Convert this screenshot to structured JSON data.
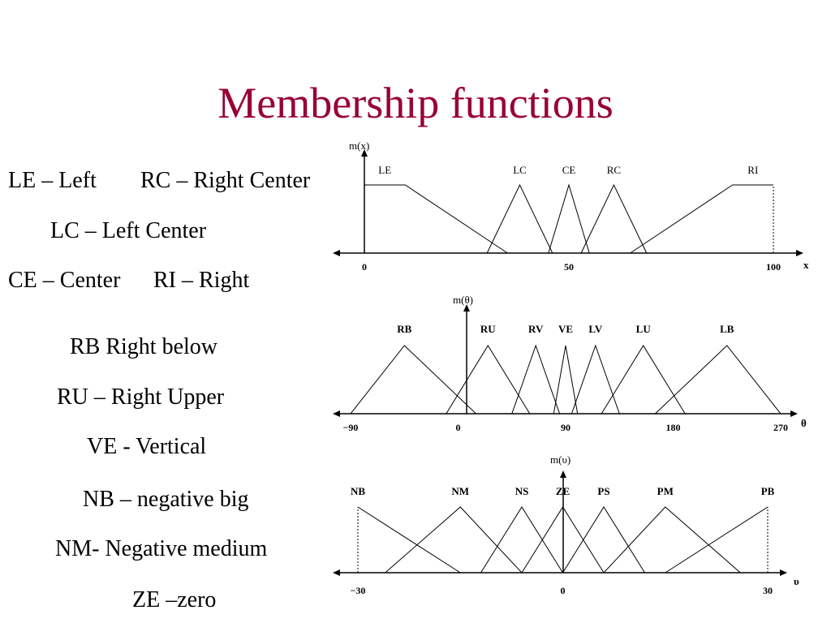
{
  "slide": {
    "title": "Membership functions"
  },
  "legend": {
    "line1_a": "LE – Left",
    "line1_b": "RC – Right Center",
    "line2": "LC – Left Center",
    "line3_a": "CE – Center",
    "line3_b": "RI – Right",
    "line4": "RB Right below",
    "line5": "RU – Right Upper",
    "line6": "VE - Vertical",
    "line7": "NB – negative big",
    "line8": "NM- Negative medium",
    "line9": "ZE –zero"
  },
  "chart_data": [
    {
      "type": "line",
      "ylabel": "m(x)",
      "xlabel": "x",
      "xlim": [
        0,
        100
      ],
      "ticks": [
        {
          "value": 0,
          "label": "0"
        },
        {
          "value": 50,
          "label": "50"
        },
        {
          "value": 100,
          "label": "100"
        }
      ],
      "sets": [
        {
          "name": "LE",
          "points": [
            [
              0,
              1
            ],
            [
              10,
              1
            ],
            [
              35,
              0
            ]
          ]
        },
        {
          "name": "LC",
          "points": [
            [
              30,
              0
            ],
            [
              38,
              1
            ],
            [
              46,
              0
            ]
          ]
        },
        {
          "name": "CE",
          "points": [
            [
              45,
              0
            ],
            [
              50,
              1
            ],
            [
              55,
              0
            ]
          ]
        },
        {
          "name": "RC",
          "points": [
            [
              53,
              0
            ],
            [
              61,
              1
            ],
            [
              69,
              0
            ]
          ]
        },
        {
          "name": "RI",
          "points": [
            [
              65,
              0
            ],
            [
              90,
              1
            ],
            [
              100,
              1
            ]
          ]
        }
      ]
    },
    {
      "type": "line",
      "ylabel": "m(θ)",
      "xlabel": "θ",
      "xlim": [
        -90,
        270
      ],
      "ticks": [
        {
          "value": -90,
          "label": "−90"
        },
        {
          "value": 0,
          "label": "0"
        },
        {
          "value": 90,
          "label": "90"
        },
        {
          "value": 180,
          "label": "180"
        },
        {
          "value": 270,
          "label": "270"
        }
      ],
      "sets": [
        {
          "name": "RB",
          "points": [
            [
              -90,
              0
            ],
            [
              -45,
              1
            ],
            [
              15,
              0
            ]
          ]
        },
        {
          "name": "RU",
          "points": [
            [
              -10,
              0
            ],
            [
              25,
              1
            ],
            [
              60,
              0
            ]
          ]
        },
        {
          "name": "RV",
          "points": [
            [
              45,
              0
            ],
            [
              65,
              1
            ],
            [
              85,
              0
            ]
          ]
        },
        {
          "name": "VE",
          "points": [
            [
              80,
              0
            ],
            [
              90,
              1
            ],
            [
              100,
              0
            ]
          ]
        },
        {
          "name": "LV",
          "points": [
            [
              95,
              0
            ],
            [
              115,
              1
            ],
            [
              135,
              0
            ]
          ]
        },
        {
          "name": "LU",
          "points": [
            [
              120,
              0
            ],
            [
              155,
              1
            ],
            [
              190,
              0
            ]
          ]
        },
        {
          "name": "LB",
          "points": [
            [
              165,
              0
            ],
            [
              225,
              1
            ],
            [
              270,
              0
            ]
          ]
        }
      ]
    },
    {
      "type": "line",
      "ylabel": "m(υ)",
      "xlabel": "υ",
      "xlim": [
        -30,
        30
      ],
      "ticks": [
        {
          "value": -30,
          "label": "−30"
        },
        {
          "value": 0,
          "label": "0"
        },
        {
          "value": 30,
          "label": "30"
        }
      ],
      "sets": [
        {
          "name": "NB",
          "points": [
            [
              -30,
              1
            ],
            [
              -15,
              0
            ]
          ]
        },
        {
          "name": "NM",
          "points": [
            [
              -26,
              0
            ],
            [
              -15,
              1
            ],
            [
              -6,
              0
            ]
          ]
        },
        {
          "name": "NS",
          "points": [
            [
              -12,
              0
            ],
            [
              -6,
              1
            ],
            [
              0,
              0
            ]
          ]
        },
        {
          "name": "ZE",
          "points": [
            [
              -6,
              0
            ],
            [
              0,
              1
            ],
            [
              6,
              0
            ]
          ]
        },
        {
          "name": "PS",
          "points": [
            [
              0,
              0
            ],
            [
              6,
              1
            ],
            [
              12,
              0
            ]
          ]
        },
        {
          "name": "PM",
          "points": [
            [
              6,
              0
            ],
            [
              15,
              1
            ],
            [
              26,
              0
            ]
          ]
        },
        {
          "name": "PB",
          "points": [
            [
              15,
              0
            ],
            [
              30,
              1
            ]
          ]
        }
      ]
    }
  ]
}
